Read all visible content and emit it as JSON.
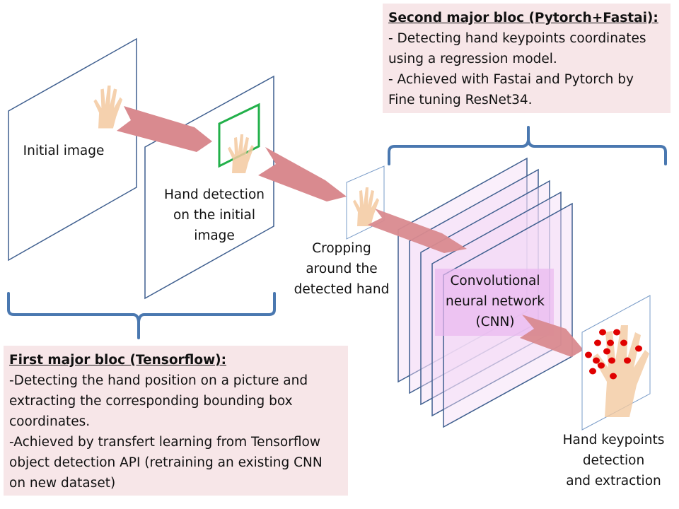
{
  "colors": {
    "frame_stroke": "#3f5f8f",
    "brace_stroke": "#4a78b0",
    "arrow_fill": "#d98a8f",
    "detection_box": "#22b04a",
    "cnn_layer_fill": "#f3dcf7",
    "cnn_center_fill": "#e9b8ef",
    "keypoint": "#e00000",
    "skin": "#f3c9a0",
    "textbox_bg": "#f7e6e8"
  },
  "stages": {
    "initial_image": "Initial image",
    "hand_detection": [
      "Hand detection",
      "on the initial",
      "image"
    ],
    "cropping": [
      "Cropping",
      "around the",
      "detected hand"
    ],
    "cnn": [
      "Convolutional",
      "neural network",
      "(CNN)"
    ],
    "keypoints": [
      "Hand keypoints",
      "detection",
      "and extraction"
    ]
  },
  "cnn_layer_count": 5,
  "keypoint_count": 14,
  "first_bloc": {
    "title": "First major bloc (Tensorflow):",
    "lines": [
      "-Detecting the hand position on a picture and",
      "extracting the corresponding bounding box",
      "coordinates.",
      "-Achieved by transfert learning from Tensorflow",
      "object detection API (retraining an existing CNN",
      "on new dataset)"
    ]
  },
  "second_bloc": {
    "title": "Second major bloc (Pytorch+Fastai):",
    "lines": [
      "- Detecting hand keypoints coordinates",
      "using a regression model.",
      "- Achieved with Fastai and Pytorch by",
      "Fine tuning ResNet34."
    ]
  }
}
